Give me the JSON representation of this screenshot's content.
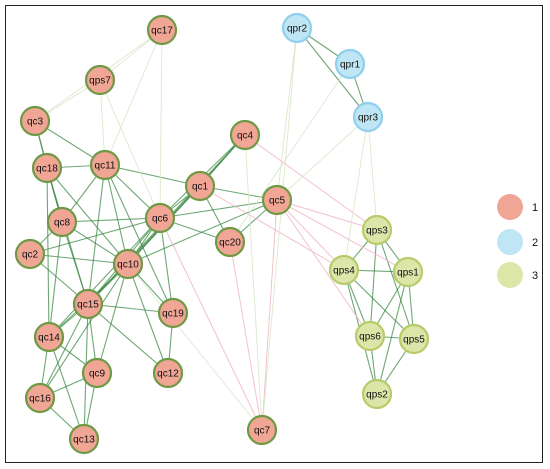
{
  "colors": {
    "group1_fill": "#f0a595",
    "group1_stroke": "#6f9a45",
    "group2_fill": "#bfe6f5",
    "group2_stroke": "#8fd0ee",
    "group3_fill": "#dbe6a8",
    "group3_stroke": "#b8cb6a",
    "edge_green": "#3d8a45",
    "edge_pink": "#f0b6c6",
    "edge_faint": "#d8e6c8"
  },
  "nodes": [
    {
      "id": "qc17",
      "group": 1
    },
    {
      "id": "qps7",
      "group": 1
    },
    {
      "id": "qc3",
      "group": 1
    },
    {
      "id": "qc18",
      "group": 1
    },
    {
      "id": "qc11",
      "group": 1
    },
    {
      "id": "qc4",
      "group": 1
    },
    {
      "id": "qc1",
      "group": 1
    },
    {
      "id": "qc5",
      "group": 1
    },
    {
      "id": "qc8",
      "group": 1
    },
    {
      "id": "qc6",
      "group": 1
    },
    {
      "id": "qc20",
      "group": 1
    },
    {
      "id": "qc2",
      "group": 1
    },
    {
      "id": "qc10",
      "group": 1
    },
    {
      "id": "qc15",
      "group": 1
    },
    {
      "id": "qc19",
      "group": 1
    },
    {
      "id": "qc14",
      "group": 1
    },
    {
      "id": "qc9",
      "group": 1
    },
    {
      "id": "qc12",
      "group": 1
    },
    {
      "id": "qc16",
      "group": 1
    },
    {
      "id": "qc13",
      "group": 1
    },
    {
      "id": "qc7",
      "group": 1
    },
    {
      "id": "qpr2",
      "group": 2
    },
    {
      "id": "qpr1",
      "group": 2
    },
    {
      "id": "qpr3",
      "group": 2
    },
    {
      "id": "qps3",
      "group": 3
    },
    {
      "id": "qps4",
      "group": 3
    },
    {
      "id": "qps1",
      "group": 3
    },
    {
      "id": "qps6",
      "group": 3
    },
    {
      "id": "qps5",
      "group": 3
    },
    {
      "id": "qps2",
      "group": 3
    }
  ],
  "edges": [
    [
      "qc3",
      "qc11",
      "green"
    ],
    [
      "qc3",
      "qc18",
      "green"
    ],
    [
      "qc3",
      "qc8",
      "green"
    ],
    [
      "qc18",
      "qc11",
      "green"
    ],
    [
      "qc18",
      "qc8",
      "green"
    ],
    [
      "qc18",
      "qc15",
      "green"
    ],
    [
      "qc18",
      "qc10",
      "green"
    ],
    [
      "qc18",
      "qc14",
      "green"
    ],
    [
      "qc11",
      "qc6",
      "green"
    ],
    [
      "qc11",
      "qc1",
      "green"
    ],
    [
      "qc11",
      "qc10",
      "green"
    ],
    [
      "qc11",
      "qc8",
      "green"
    ],
    [
      "qc11",
      "qc15",
      "green"
    ],
    [
      "qc11",
      "qc19",
      "green"
    ],
    [
      "qc4",
      "qc6",
      "green"
    ],
    [
      "qc4",
      "qc10",
      "green"
    ],
    [
      "qc4",
      "qc15",
      "green"
    ],
    [
      "qc4",
      "qc1",
      "green"
    ],
    [
      "qc1",
      "qc6",
      "green"
    ],
    [
      "qc1",
      "qc5",
      "green"
    ],
    [
      "qc1",
      "qc20",
      "green"
    ],
    [
      "qc1",
      "qc10",
      "green"
    ],
    [
      "qc1",
      "qc15",
      "green"
    ],
    [
      "qc5",
      "qc6",
      "green"
    ],
    [
      "qc5",
      "qc10",
      "green"
    ],
    [
      "qc5",
      "qc20",
      "green"
    ],
    [
      "qc8",
      "qc6",
      "green"
    ],
    [
      "qc8",
      "qc2",
      "green"
    ],
    [
      "qc8",
      "qc10",
      "green"
    ],
    [
      "qc8",
      "qc15",
      "green"
    ],
    [
      "qc8",
      "qc14",
      "green"
    ],
    [
      "qc6",
      "qc20",
      "green"
    ],
    [
      "qc6",
      "qc10",
      "green"
    ],
    [
      "qc6",
      "qc15",
      "green"
    ],
    [
      "qc6",
      "qc19",
      "green"
    ],
    [
      "qc6",
      "qc14",
      "green"
    ],
    [
      "qc6",
      "qc2",
      "green"
    ],
    [
      "qc2",
      "qc15",
      "green"
    ],
    [
      "qc2",
      "qc10",
      "green"
    ],
    [
      "qc10",
      "qc15",
      "green"
    ],
    [
      "qc10",
      "qc19",
      "green"
    ],
    [
      "qc10",
      "qc12",
      "green"
    ],
    [
      "qc10",
      "qc9",
      "green"
    ],
    [
      "qc10",
      "qc14",
      "green"
    ],
    [
      "qc10",
      "qc16",
      "green"
    ],
    [
      "qc15",
      "qc14",
      "green"
    ],
    [
      "qc15",
      "qc9",
      "green"
    ],
    [
      "qc15",
      "qc16",
      "green"
    ],
    [
      "qc15",
      "qc13",
      "green"
    ],
    [
      "qc15",
      "qc19",
      "green"
    ],
    [
      "qc15",
      "qc12",
      "green"
    ],
    [
      "qc14",
      "qc9",
      "green"
    ],
    [
      "qc14",
      "qc16",
      "green"
    ],
    [
      "qc14",
      "qc13",
      "green"
    ],
    [
      "qc9",
      "qc16",
      "green"
    ],
    [
      "qc9",
      "qc13",
      "green"
    ],
    [
      "qc16",
      "qc13",
      "green"
    ],
    [
      "qc19",
      "qc12",
      "green"
    ],
    [
      "qpr2",
      "qpr1",
      "green"
    ],
    [
      "qpr2",
      "qpr3",
      "green"
    ],
    [
      "qpr1",
      "qpr3",
      "green"
    ],
    [
      "qps3",
      "qps4",
      "green"
    ],
    [
      "qps3",
      "qps1",
      "green"
    ],
    [
      "qps3",
      "qps6",
      "green"
    ],
    [
      "qps3",
      "qps5",
      "green"
    ],
    [
      "qps4",
      "qps1",
      "green"
    ],
    [
      "qps4",
      "qps6",
      "green"
    ],
    [
      "qps4",
      "qps5",
      "green"
    ],
    [
      "qps4",
      "qps2",
      "green"
    ],
    [
      "qps1",
      "qps6",
      "green"
    ],
    [
      "qps1",
      "qps5",
      "green"
    ],
    [
      "qps1",
      "qps2",
      "green"
    ],
    [
      "qps6",
      "qps5",
      "green"
    ],
    [
      "qps6",
      "qps2",
      "green"
    ],
    [
      "qps5",
      "qps2",
      "green"
    ],
    [
      "qc17",
      "qc11",
      "faint"
    ],
    [
      "qc17",
      "qc3",
      "faint"
    ],
    [
      "qc17",
      "qps7",
      "faint"
    ],
    [
      "qc17",
      "qc6",
      "faint"
    ],
    [
      "qps7",
      "qc11",
      "faint"
    ],
    [
      "qps7",
      "qc3",
      "faint"
    ],
    [
      "qps7",
      "qc6",
      "faint"
    ],
    [
      "qc5",
      "qps3",
      "pink"
    ],
    [
      "qc5",
      "qps4",
      "pink"
    ],
    [
      "qc5",
      "qps1",
      "pink"
    ],
    [
      "qc5",
      "qc7",
      "pink"
    ],
    [
      "qc4",
      "qps3",
      "pink"
    ],
    [
      "qc1",
      "qps4",
      "pink"
    ],
    [
      "qc20",
      "qc7",
      "pink"
    ],
    [
      "qc6",
      "qc7",
      "pink"
    ],
    [
      "qc4",
      "qc7",
      "faint"
    ],
    [
      "qpr2",
      "qc7",
      "faint"
    ],
    [
      "qpr2",
      "qc5",
      "faint"
    ],
    [
      "qpr3",
      "qc5",
      "faint"
    ],
    [
      "qpr3",
      "qps3",
      "faint"
    ],
    [
      "qpr3",
      "qps4",
      "faint"
    ],
    [
      "qpr1",
      "qc20",
      "faint"
    ],
    [
      "qc5",
      "qps6",
      "pink"
    ],
    [
      "qc10",
      "qc7",
      "faint"
    ]
  ],
  "legend": [
    {
      "label": "1",
      "group": 1
    },
    {
      "label": "2",
      "group": 2
    },
    {
      "label": "3",
      "group": 3
    }
  ]
}
